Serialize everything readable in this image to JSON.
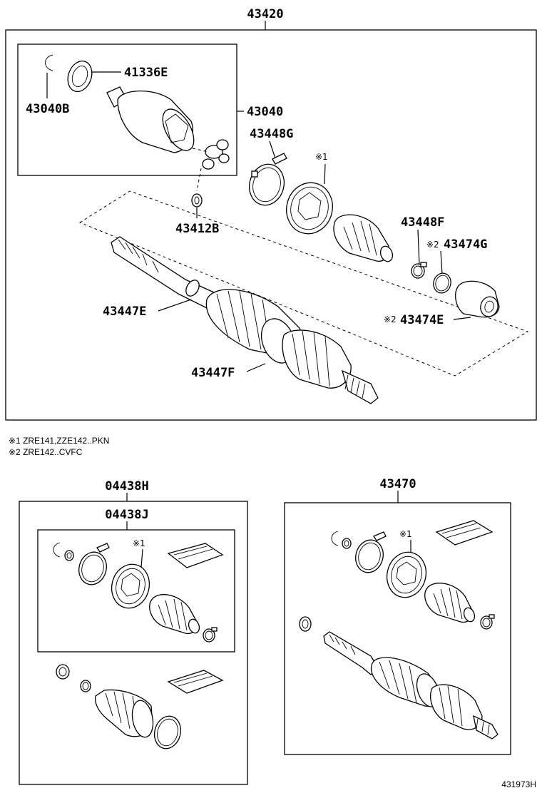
{
  "diagram": {
    "labels": {
      "assembly_main": "43420",
      "snap_ring": "43040B",
      "seal": "41336E",
      "inboard_joint": "43040",
      "boot_clamp_large": "43448G",
      "marker_1_main": "※1",
      "washer": "43412B",
      "boot_clamp_small": "43448F",
      "damper_clamp": "43474G",
      "marker_2_damper_clamp": "※2",
      "shaft": "43447E",
      "outboard_joint": "43447F",
      "damper": "43474E",
      "marker_2_damper": "※2",
      "boot_kit_outer": "04438H",
      "boot_kit_inner": "04438J",
      "marker_1_kit": "※1",
      "outboard_kit": "43470",
      "marker_1_outboard": "※1",
      "diagram_code": "431973H"
    },
    "notes": [
      "※1 ZRE141,ZZE142..PKN",
      "※2 ZRE142..CVFC"
    ]
  }
}
